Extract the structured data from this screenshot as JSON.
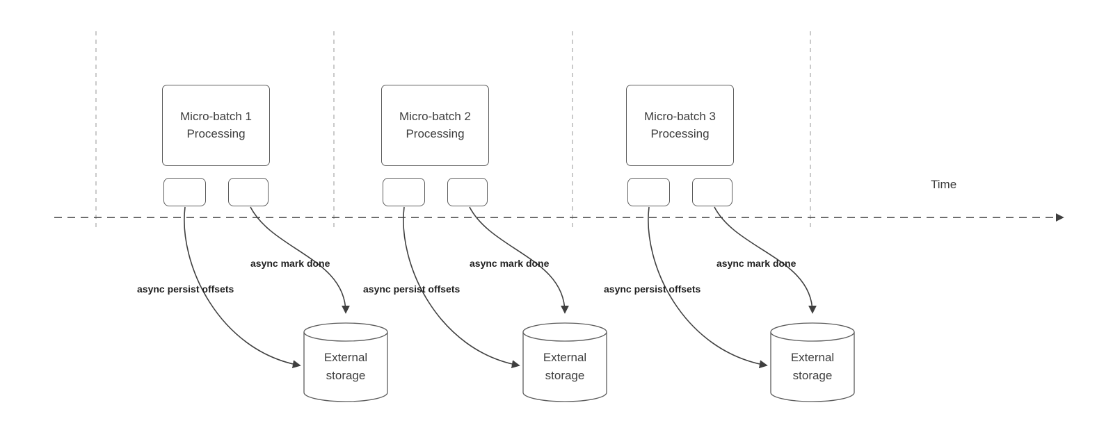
{
  "diagram": {
    "time_label": "Time",
    "groups": [
      {
        "box_label_line1": "Micro-batch 1",
        "box_label_line2": "Processing",
        "persist_label": "async persist offsets",
        "mark_done_label": "async mark done",
        "storage_label_line1": "External",
        "storage_label_line2": "storage"
      },
      {
        "box_label_line1": "Micro-batch 2",
        "box_label_line2": "Processing",
        "persist_label": "async persist offsets",
        "mark_done_label": "async mark done",
        "storage_label_line1": "External",
        "storage_label_line2": "storage"
      },
      {
        "box_label_line1": "Micro-batch 3",
        "box_label_line2": "Processing",
        "persist_label": "async persist offsets",
        "mark_done_label": "async mark done",
        "storage_label_line1": "External",
        "storage_label_line2": "storage"
      }
    ],
    "colors": {
      "stroke": "#3f3f3f",
      "gridline": "#b8b8b8",
      "shape_border": "#5c5c5c",
      "text": "#3d3d3d"
    }
  }
}
